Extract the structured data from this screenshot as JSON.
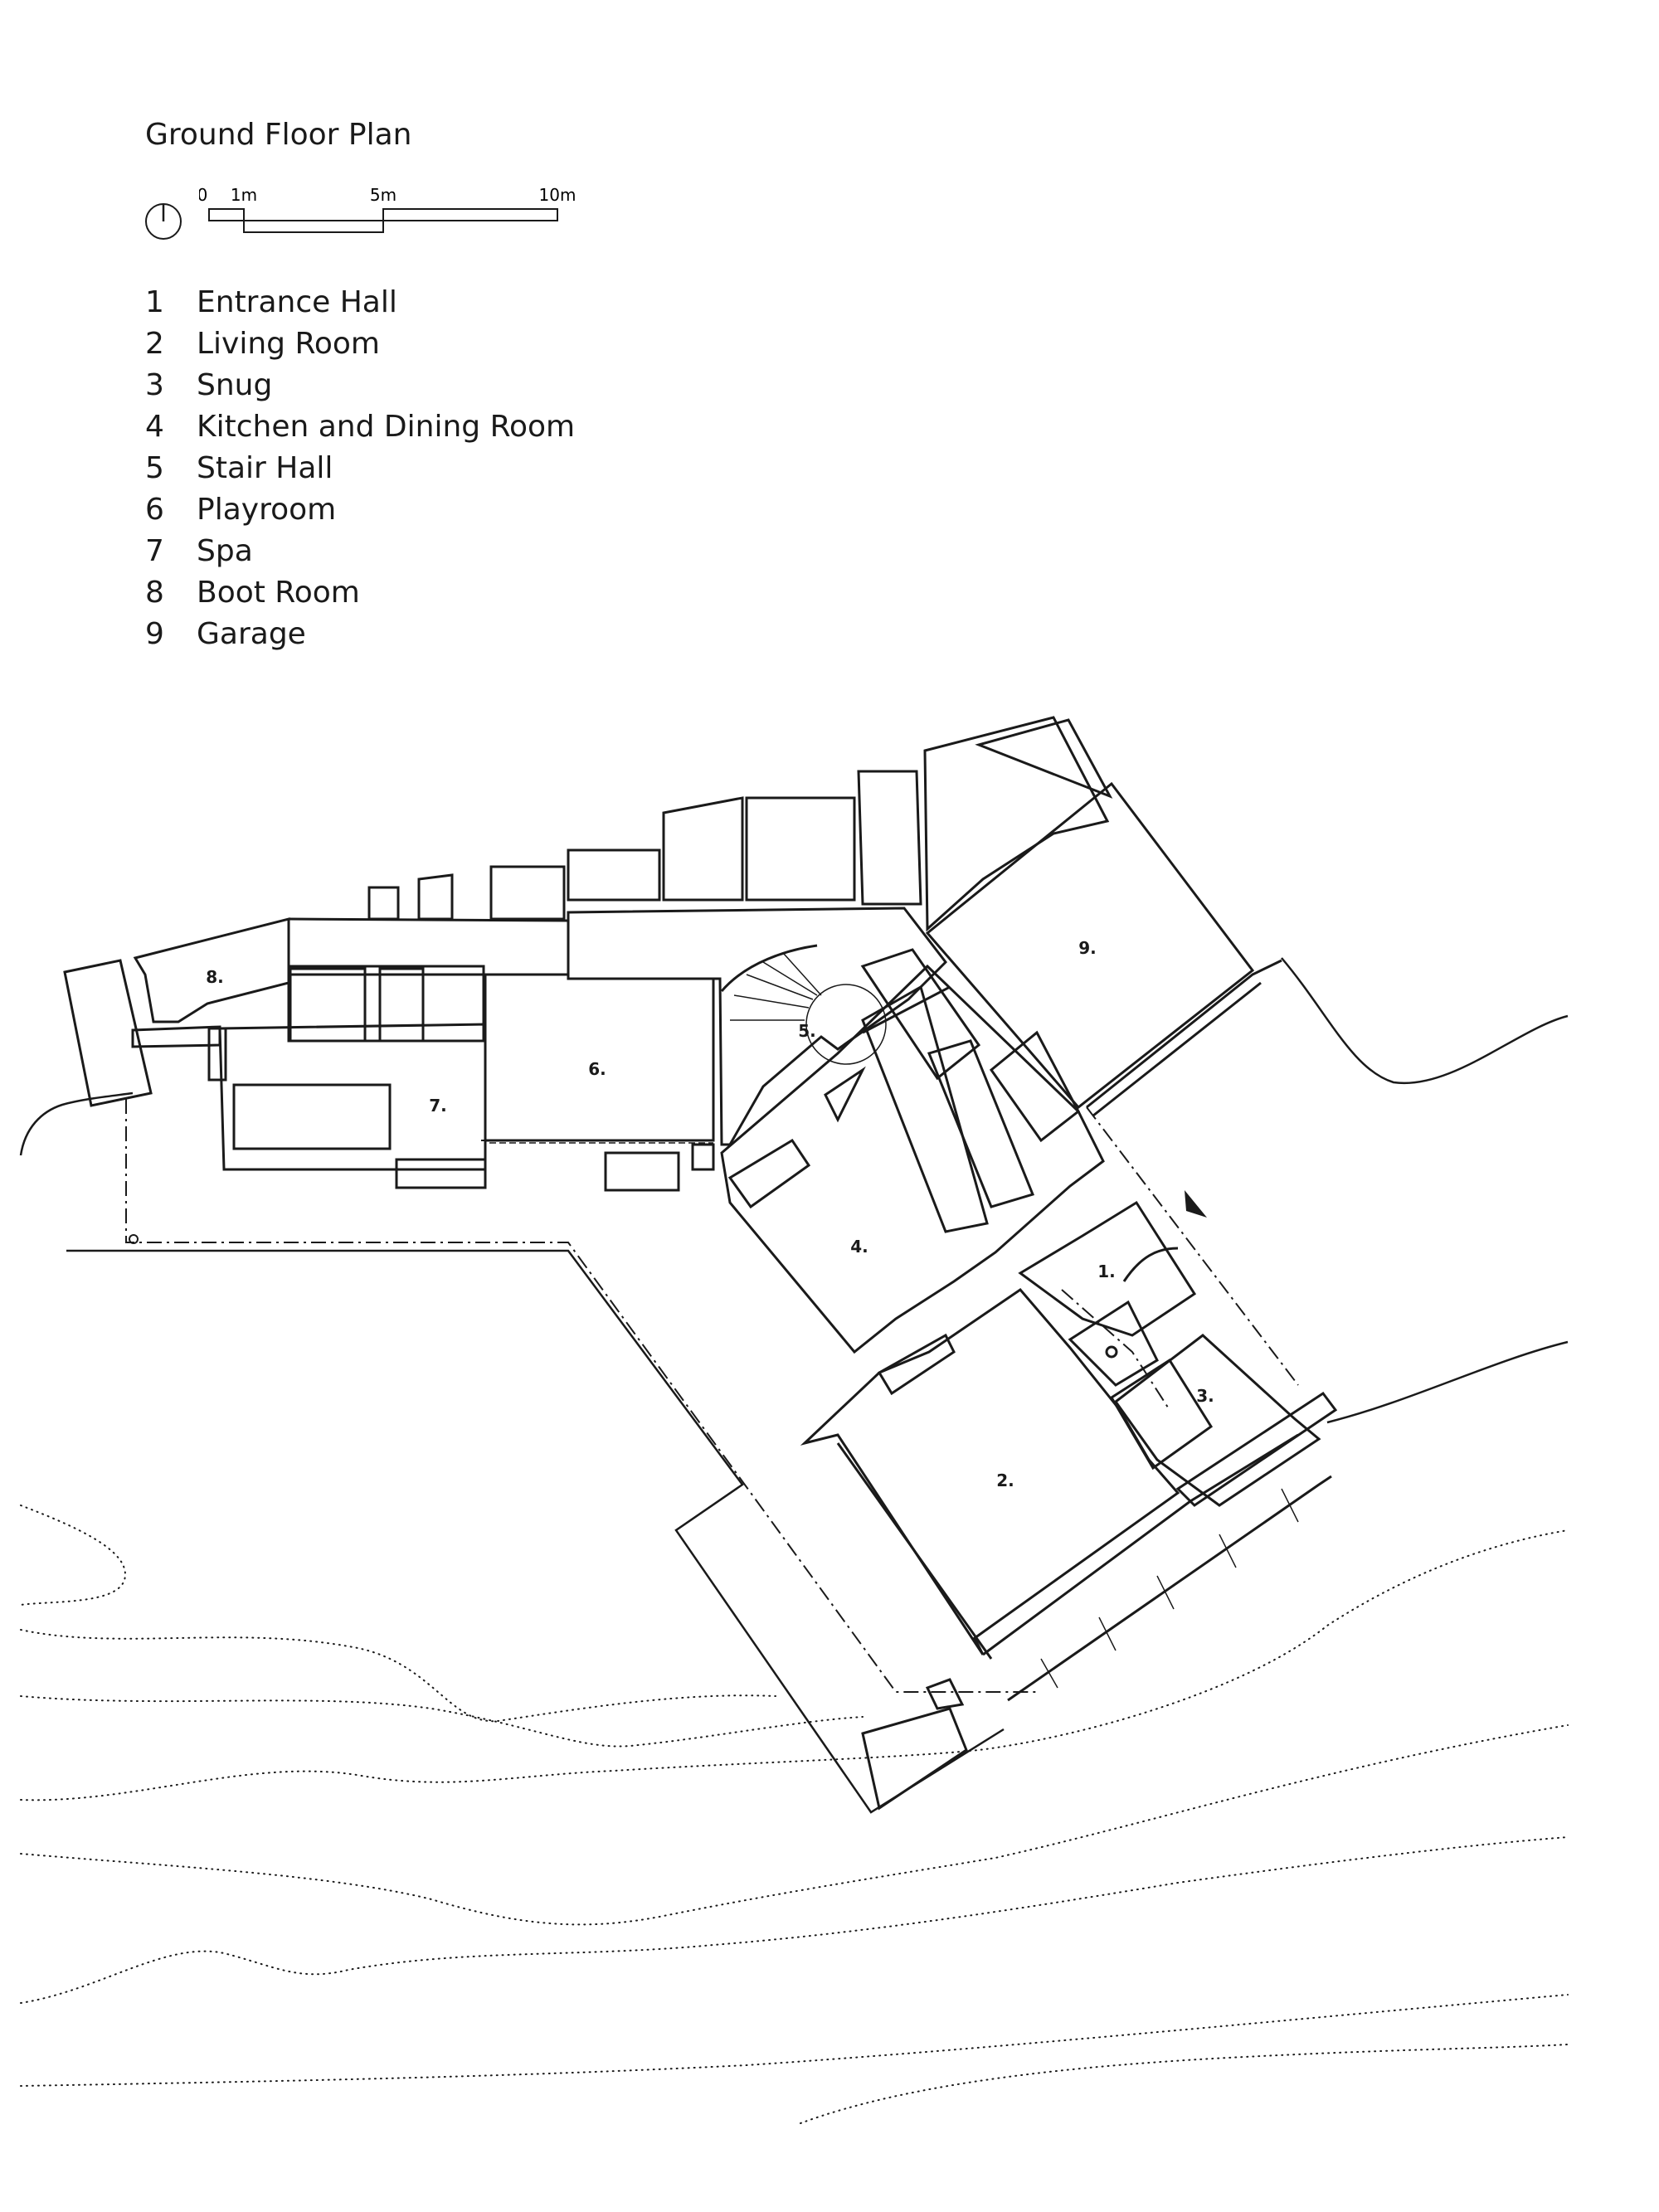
{
  "title": "Ground Floor Plan",
  "north_arrow": {
    "icon": "north-arrow-icon"
  },
  "scale_bar": {
    "labels": [
      "0",
      "1m",
      "5m",
      "10m"
    ]
  },
  "legend": [
    {
      "num": "1",
      "name": "Entrance Hall"
    },
    {
      "num": "2",
      "name": "Living Room"
    },
    {
      "num": "3",
      "name": "Snug"
    },
    {
      "num": "4",
      "name": "Kitchen and Dining Room"
    },
    {
      "num": "5",
      "name": "Stair Hall"
    },
    {
      "num": "6",
      "name": "Playroom"
    },
    {
      "num": "7",
      "name": "Spa"
    },
    {
      "num": "8",
      "name": "Boot Room"
    },
    {
      "num": "9",
      "name": "Garage"
    }
  ],
  "room_labels": [
    "1.",
    "2.",
    "3.",
    "4.",
    "5.",
    "6.",
    "7.",
    "8.",
    "9."
  ],
  "entrance_marker": {
    "icon": "entrance-triangle-icon"
  },
  "colors": {
    "ink": "#1a1a1a",
    "background": "#ffffff"
  }
}
